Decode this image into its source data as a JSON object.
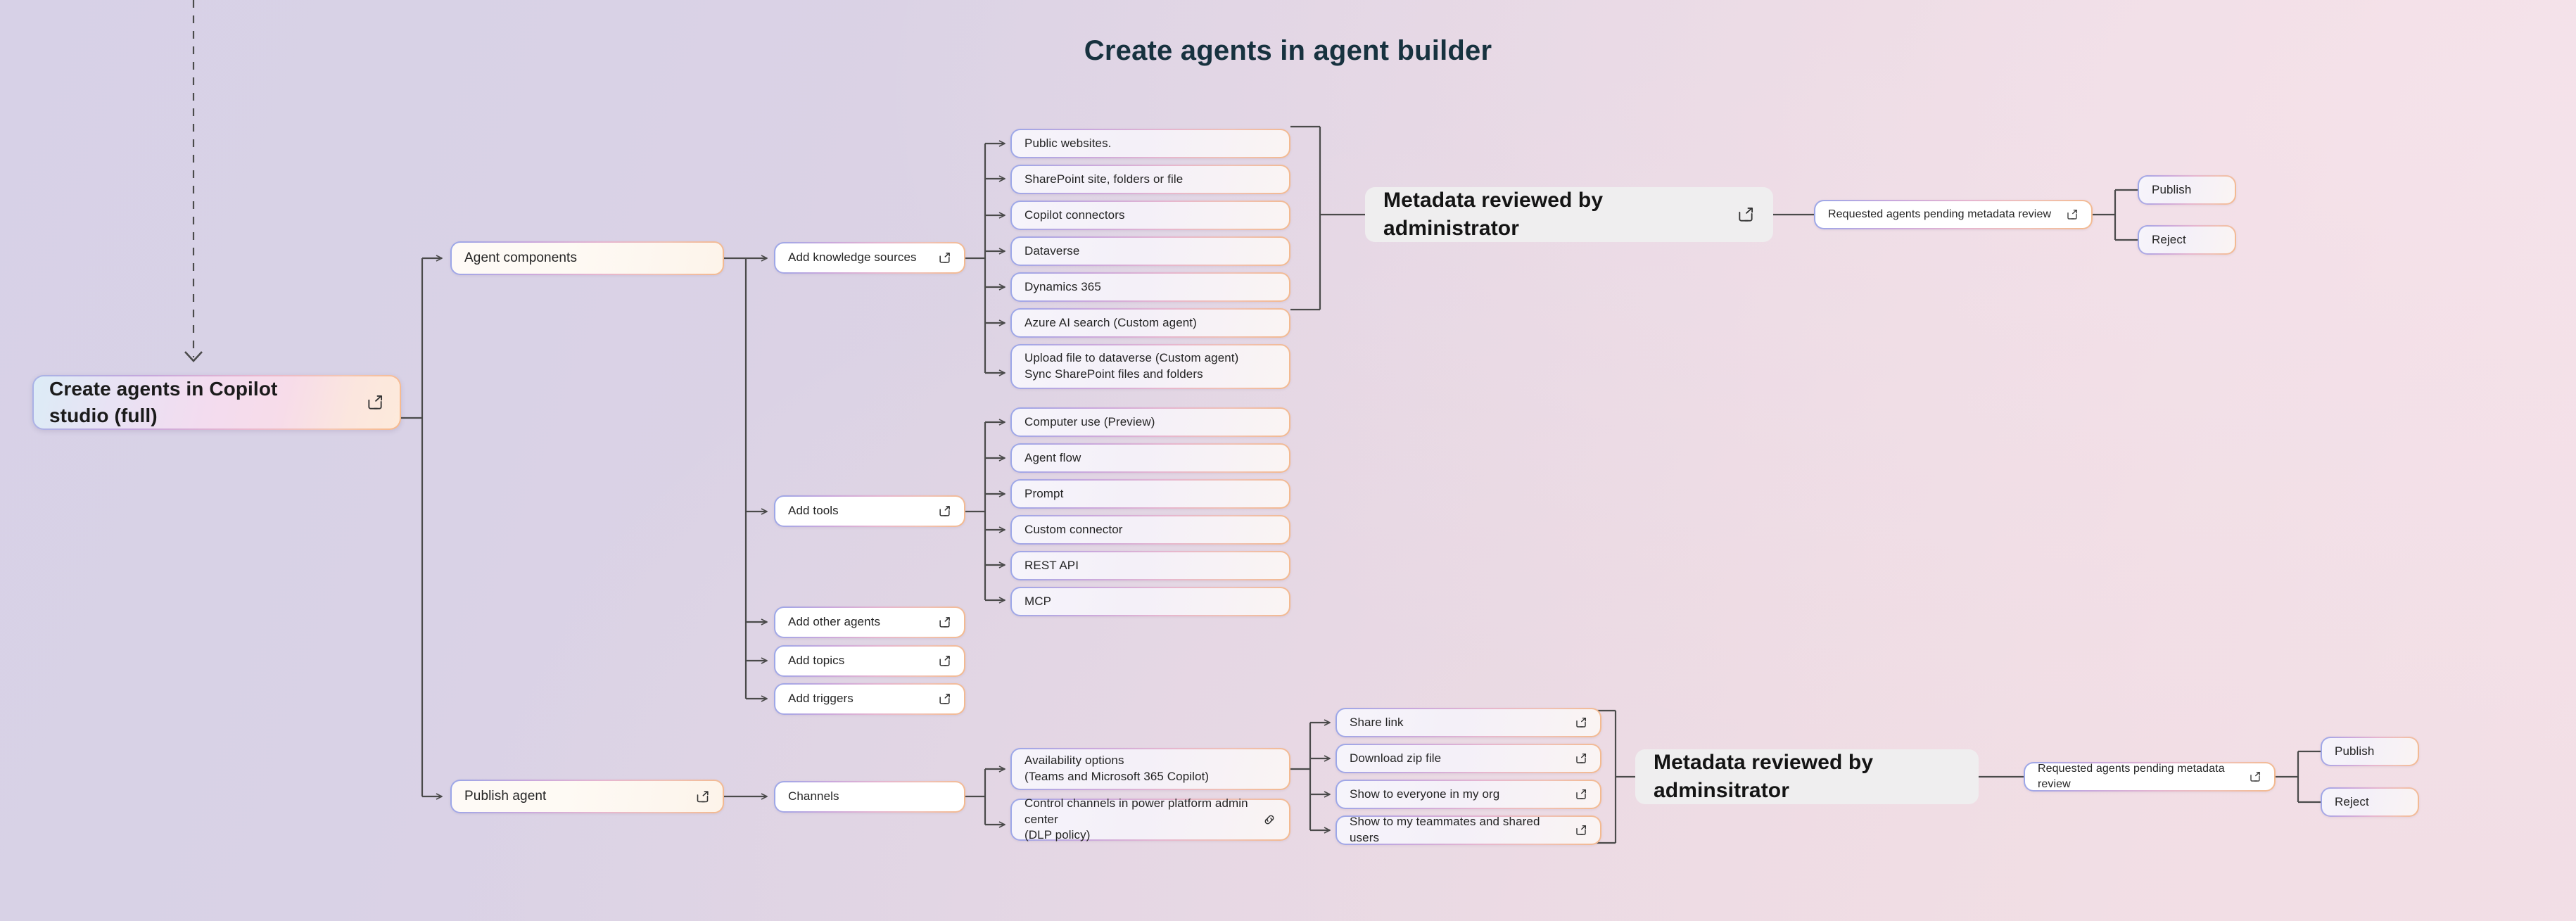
{
  "page": {
    "title": "Create agents in agent builder",
    "title_color": "#17323f",
    "background": {
      "from": "#d7d1e7",
      "to": "#f4e3ea"
    },
    "connector_color": "#4a4a4a",
    "node_border_gradient": [
      "#9aa7e8",
      "#c9a8dd",
      "#e6b6d0",
      "#f0c1b4",
      "#f3b98e"
    ]
  },
  "icons": {
    "expand": "expand-icon",
    "link": "link-icon",
    "chevron_down": "chevron-down-icon"
  },
  "nodes": {
    "root": {
      "label": "Create agents in Copilot\nstudio (full)",
      "icon": "expand-icon"
    },
    "agent_components": {
      "label": "Agent components"
    },
    "publish_agent": {
      "label": "Publish agent",
      "icon": "expand-icon"
    },
    "add_knowledge_sources": {
      "label": "Add knowledge sources",
      "icon": "expand-icon"
    },
    "add_tools": {
      "label": "Add tools",
      "icon": "expand-icon"
    },
    "add_other_agents": {
      "label": "Add other agents",
      "icon": "expand-icon"
    },
    "add_topics": {
      "label": "Add topics",
      "icon": "expand-icon"
    },
    "add_triggers": {
      "label": "Add triggers",
      "icon": "expand-icon"
    },
    "channels": {
      "label": "Channels"
    }
  },
  "knowledge_sources": [
    {
      "label": "Public websites."
    },
    {
      "label": "SharePoint site, folders or file"
    },
    {
      "label": "Copilot connectors"
    },
    {
      "label": "Dataverse"
    },
    {
      "label": "Dynamics 365"
    },
    {
      "label": "Azure AI search (Custom agent)"
    },
    {
      "label": "Upload file to dataverse (Custom agent)\nSync SharePoint files and folders"
    }
  ],
  "tools": [
    {
      "label": "Computer use (Preview)"
    },
    {
      "label": "Agent flow"
    },
    {
      "label": "Prompt"
    },
    {
      "label": "Custom connector"
    },
    {
      "label": "REST API"
    },
    {
      "label": "MCP"
    }
  ],
  "channel_options": [
    {
      "label": "Availability options\n(Teams and Microsoft 365 Copilot)",
      "icon": ""
    },
    {
      "label": "Control channels in power platform admin center\n(DLP policy)",
      "icon": "link-icon"
    }
  ],
  "share_options": [
    {
      "label": "Share link",
      "icon": "expand-icon"
    },
    {
      "label": "Download zip file",
      "icon": "expand-icon"
    },
    {
      "label": "Show to everyone in my org",
      "icon": "expand-icon"
    },
    {
      "label": "Show to my teammates and shared users",
      "icon": "expand-icon"
    }
  ],
  "review_top": {
    "title": "Metadata reviewed by administrator",
    "title_icon": "expand-icon",
    "pending": "Requested agents pending metadata review",
    "pending_icon": "expand-icon",
    "outcomes": [
      {
        "label": "Publish"
      },
      {
        "label": "Reject"
      }
    ]
  },
  "review_bottom": {
    "title": "Metadata reviewed by adminsitrator",
    "pending": "Requested agents pending metadata review",
    "pending_icon": "expand-icon",
    "outcomes": [
      {
        "label": "Publish"
      },
      {
        "label": "Reject"
      }
    ]
  }
}
